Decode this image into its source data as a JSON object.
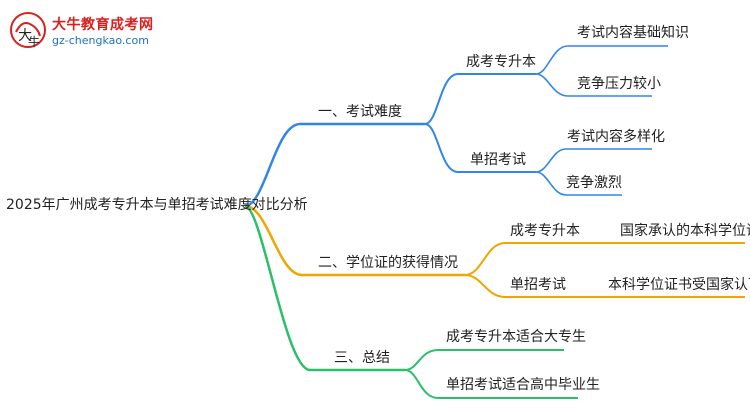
{
  "logo": {
    "title": "大牛教育成考网",
    "url": "gz-chengkao.com"
  },
  "mindmap": {
    "root": "2025年广州成考专升本与单招考试难度对比分析",
    "branches": [
      {
        "label": "一、考试难度",
        "color": "#2f86e8",
        "children": [
          {
            "label": "成考专升本",
            "children": [
              "考试内容基础知识",
              "竞争压力较小"
            ]
          },
          {
            "label": "单招考试",
            "children": [
              "考试内容多样化",
              "竞争激烈"
            ]
          }
        ]
      },
      {
        "label": "二、学位证的获得情况",
        "color": "#f0a500",
        "children": [
          {
            "label": "成考专升本",
            "children": [
              "国家承认的本科学位证书"
            ]
          },
          {
            "label": "单招考试",
            "children": [
              "本科学位证书受国家认可"
            ]
          }
        ]
      },
      {
        "label": "三、总结",
        "color": "#2bbf6a",
        "children": [
          {
            "label": "成考专升本适合大专生",
            "children": []
          },
          {
            "label": "单招考试适合高中毕业生",
            "children": []
          }
        ]
      }
    ]
  }
}
